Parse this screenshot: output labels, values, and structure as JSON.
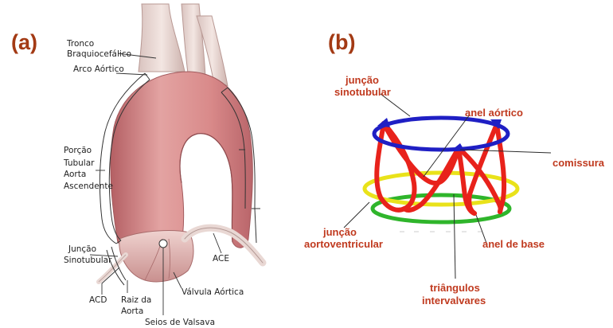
{
  "panel_a": {
    "letter": "(a)",
    "labels": {
      "tronco_1": "Tronco",
      "tronco_2": "Braquiocefálico",
      "arco": "Arco Aórtico",
      "porcao_1": "Porção",
      "porcao_2": "Tubular",
      "porcao_3": "Aorta",
      "porcao_4": "Ascendente",
      "juncao_1": "Junção",
      "juncao_2": "Sinotubular",
      "acd": "ACD",
      "raiz_1": "Raiz da",
      "raiz_2": "Aorta",
      "seios": "Seios de Valsava",
      "valvula": "Válvula Aórtica",
      "ace": "ACE"
    }
  },
  "panel_b": {
    "letter": "(b)",
    "labels": {
      "jst_1": "junção",
      "jst_2": "sinotubular",
      "anel_aortico": "anel aórtico",
      "comissura": "comissura",
      "jav_1": "junção",
      "jav_2": "aortoventricular",
      "anel_base": "anel de base",
      "tri_1": "triângulos",
      "tri_2": "intervalvares"
    }
  },
  "colors": {
    "panel_letter": "#a33a14",
    "label_b": "#c03a1f",
    "ring_blue": "#1f1fc4",
    "ring_red": "#e8221b",
    "ring_yellow": "#e9e21a",
    "ring_green": "#2fb52b",
    "aorta_pink": "#d98a8a"
  }
}
